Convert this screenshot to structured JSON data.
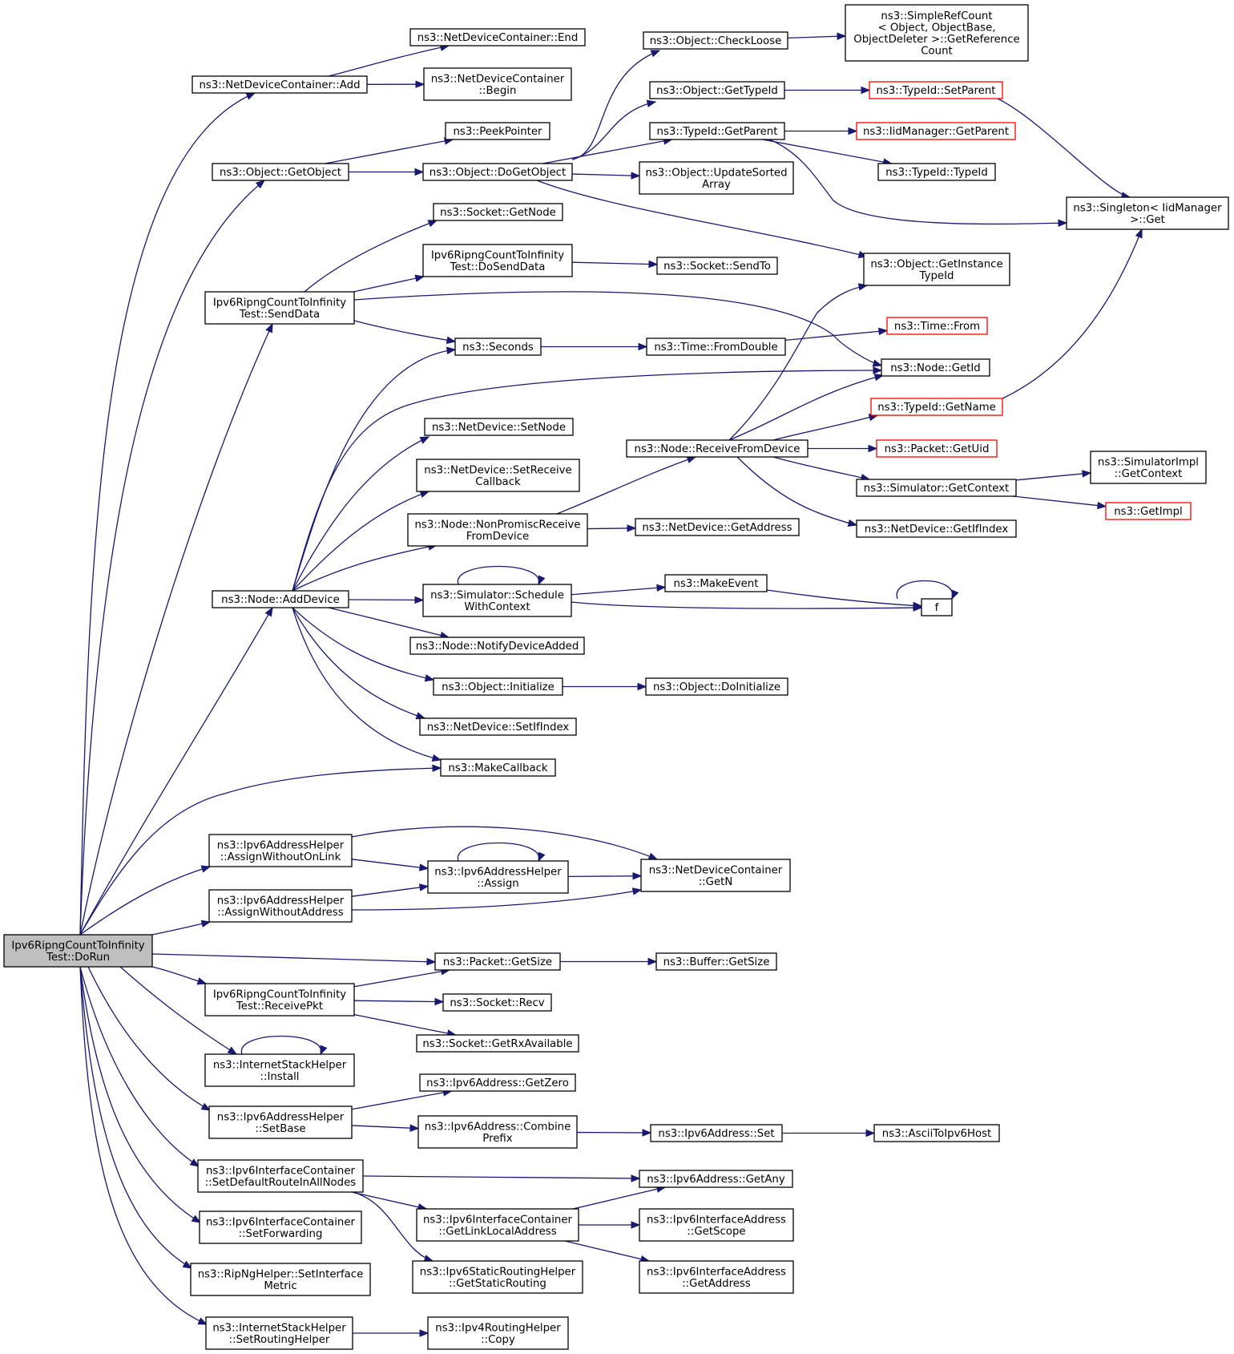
{
  "graph": {
    "root": "n_dorun",
    "nodes": [
      {
        "id": "n_dorun",
        "lines": [
          "Ipv6RipngCountToInfinity",
          "Test::DoRun"
        ],
        "style": "root"
      },
      {
        "id": "n_ndc_add",
        "lines": [
          "ns3::NetDeviceContainer::Add"
        ],
        "style": "normal"
      },
      {
        "id": "n_ndc_end",
        "lines": [
          "ns3::NetDeviceContainer::End"
        ],
        "style": "normal"
      },
      {
        "id": "n_ndc_begin",
        "lines": [
          "ns3::NetDeviceContainer",
          "::Begin"
        ],
        "style": "normal"
      },
      {
        "id": "n_obj_getobject",
        "lines": [
          "ns3::Object::GetObject"
        ],
        "style": "normal"
      },
      {
        "id": "n_peekpointer",
        "lines": [
          "ns3::PeekPointer"
        ],
        "style": "normal"
      },
      {
        "id": "n_obj_dogetobject",
        "lines": [
          "ns3::Object::DoGetObject"
        ],
        "style": "normal"
      },
      {
        "id": "n_obj_checkloose",
        "lines": [
          "ns3::Object::CheckLoose"
        ],
        "style": "normal"
      },
      {
        "id": "n_simplerefcount",
        "lines": [
          "ns3::SimpleRefCount",
          "< Object, ObjectBase,",
          " ObjectDeleter >::GetReference",
          "Count"
        ],
        "style": "normal"
      },
      {
        "id": "n_obj_gettypeid",
        "lines": [
          "ns3::Object::GetTypeId"
        ],
        "style": "normal"
      },
      {
        "id": "n_typeid_setparent",
        "lines": [
          "ns3::TypeId::SetParent"
        ],
        "style": "red"
      },
      {
        "id": "n_typeid_getparent",
        "lines": [
          "ns3::TypeId::GetParent"
        ],
        "style": "normal"
      },
      {
        "id": "n_iidmgr_getparent",
        "lines": [
          "ns3::IidManager::GetParent"
        ],
        "style": "red"
      },
      {
        "id": "n_typeid_typeid",
        "lines": [
          "ns3::TypeId::TypeId"
        ],
        "style": "normal"
      },
      {
        "id": "n_obj_updatesorted",
        "lines": [
          "ns3::Object::UpdateSorted",
          "Array"
        ],
        "style": "normal"
      },
      {
        "id": "n_singleton_get",
        "lines": [
          "ns3::Singleton< IidManager",
          " >::Get"
        ],
        "style": "normal"
      },
      {
        "id": "n_socket_getnode",
        "lines": [
          "ns3::Socket::GetNode"
        ],
        "style": "normal"
      },
      {
        "id": "n_dosenddata",
        "lines": [
          "Ipv6RipngCountToInfinity",
          "Test::DoSendData"
        ],
        "style": "normal"
      },
      {
        "id": "n_socket_sendto",
        "lines": [
          "ns3::Socket::SendTo"
        ],
        "style": "normal"
      },
      {
        "id": "n_obj_getinstancetypeid",
        "lines": [
          "ns3::Object::GetInstance",
          "TypeId"
        ],
        "style": "normal"
      },
      {
        "id": "n_senddata",
        "lines": [
          "Ipv6RipngCountToInfinity",
          "Test::SendData"
        ],
        "style": "normal"
      },
      {
        "id": "n_time_from",
        "lines": [
          "ns3::Time::From"
        ],
        "style": "red"
      },
      {
        "id": "n_seconds",
        "lines": [
          "ns3::Seconds"
        ],
        "style": "normal"
      },
      {
        "id": "n_time_fromdouble",
        "lines": [
          "ns3::Time::FromDouble"
        ],
        "style": "normal"
      },
      {
        "id": "n_node_getid",
        "lines": [
          "ns3::Node::GetId"
        ],
        "style": "normal"
      },
      {
        "id": "n_typeid_getname",
        "lines": [
          "ns3::TypeId::GetName"
        ],
        "style": "red"
      },
      {
        "id": "n_nd_setnode",
        "lines": [
          "ns3::NetDevice::SetNode"
        ],
        "style": "normal"
      },
      {
        "id": "n_node_receivefromdevice",
        "lines": [
          "ns3::Node::ReceiveFromDevice"
        ],
        "style": "normal"
      },
      {
        "id": "n_packet_getuid",
        "lines": [
          "ns3::Packet::GetUid"
        ],
        "style": "red"
      },
      {
        "id": "n_simimpl_getcontext",
        "lines": [
          "ns3::SimulatorImpl",
          "::GetContext"
        ],
        "style": "normal"
      },
      {
        "id": "n_nd_setreceivecallback",
        "lines": [
          "ns3::NetDevice::SetReceive",
          "Callback"
        ],
        "style": "normal"
      },
      {
        "id": "n_sim_getcontext",
        "lines": [
          "ns3::Simulator::GetContext"
        ],
        "style": "normal"
      },
      {
        "id": "n_getimpl",
        "lines": [
          "ns3::GetImpl"
        ],
        "style": "red"
      },
      {
        "id": "n_node_nonpromisc",
        "lines": [
          "ns3::Node::NonPromiscReceive",
          "FromDevice"
        ],
        "style": "normal"
      },
      {
        "id": "n_nd_getaddress",
        "lines": [
          "ns3::NetDevice::GetAddress"
        ],
        "style": "normal"
      },
      {
        "id": "n_nd_getifindex",
        "lines": [
          "ns3::NetDevice::GetIfIndex"
        ],
        "style": "normal"
      },
      {
        "id": "n_makeevent",
        "lines": [
          "ns3::MakeEvent"
        ],
        "style": "normal"
      },
      {
        "id": "n_node_adddevice",
        "lines": [
          "ns3::Node::AddDevice"
        ],
        "style": "normal"
      },
      {
        "id": "n_sim_schedulewithcontext",
        "lines": [
          "ns3::Simulator::Schedule",
          "WithContext"
        ],
        "style": "normal"
      },
      {
        "id": "n_f",
        "lines": [
          "f"
        ],
        "style": "normal"
      },
      {
        "id": "n_node_notifydeviceadded",
        "lines": [
          "ns3::Node::NotifyDeviceAdded"
        ],
        "style": "normal"
      },
      {
        "id": "n_obj_initialize",
        "lines": [
          "ns3::Object::Initialize"
        ],
        "style": "normal"
      },
      {
        "id": "n_obj_doinitialize",
        "lines": [
          "ns3::Object::DoInitialize"
        ],
        "style": "normal"
      },
      {
        "id": "n_nd_setifindex",
        "lines": [
          "ns3::NetDevice::SetIfIndex"
        ],
        "style": "normal"
      },
      {
        "id": "n_makecallback",
        "lines": [
          "ns3::MakeCallback"
        ],
        "style": "normal"
      },
      {
        "id": "n_assignwithoutonlink",
        "lines": [
          "ns3::Ipv6AddressHelper",
          "::AssignWithoutOnLink"
        ],
        "style": "normal"
      },
      {
        "id": "n_assign",
        "lines": [
          "ns3::Ipv6AddressHelper",
          "::Assign"
        ],
        "style": "normal"
      },
      {
        "id": "n_ndc_getn",
        "lines": [
          "ns3::NetDeviceContainer",
          "::GetN"
        ],
        "style": "normal"
      },
      {
        "id": "n_assignwithoutaddress",
        "lines": [
          "ns3::Ipv6AddressHelper",
          "::AssignWithoutAddress"
        ],
        "style": "normal"
      },
      {
        "id": "n_packet_getsize",
        "lines": [
          "ns3::Packet::GetSize"
        ],
        "style": "normal"
      },
      {
        "id": "n_buffer_getsize",
        "lines": [
          "ns3::Buffer::GetSize"
        ],
        "style": "normal"
      },
      {
        "id": "n_receivepkt",
        "lines": [
          "Ipv6RipngCountToInfinity",
          "Test::ReceivePkt"
        ],
        "style": "normal"
      },
      {
        "id": "n_socket_recv",
        "lines": [
          "ns3::Socket::Recv"
        ],
        "style": "normal"
      },
      {
        "id": "n_socket_getrxavailable",
        "lines": [
          "ns3::Socket::GetRxAvailable"
        ],
        "style": "normal"
      },
      {
        "id": "n_ish_install",
        "lines": [
          "ns3::InternetStackHelper",
          "::Install"
        ],
        "style": "normal"
      },
      {
        "id": "n_ipv6addr_getzero",
        "lines": [
          "ns3::Ipv6Address::GetZero"
        ],
        "style": "normal"
      },
      {
        "id": "n_setbase",
        "lines": [
          "ns3::Ipv6AddressHelper",
          "::SetBase"
        ],
        "style": "normal"
      },
      {
        "id": "n_ipv6addr_combineprefix",
        "lines": [
          "ns3::Ipv6Address::Combine",
          "Prefix"
        ],
        "style": "normal"
      },
      {
        "id": "n_ipv6addr_set",
        "lines": [
          "ns3::Ipv6Address::Set"
        ],
        "style": "normal"
      },
      {
        "id": "n_asciitoipv6host",
        "lines": [
          "ns3::AsciiToIpv6Host"
        ],
        "style": "normal"
      },
      {
        "id": "n_setdefaultroute",
        "lines": [
          "ns3::Ipv6InterfaceContainer",
          "::SetDefaultRouteInAllNodes"
        ],
        "style": "normal"
      },
      {
        "id": "n_ipv6addr_getany",
        "lines": [
          "ns3::Ipv6Address::GetAny"
        ],
        "style": "normal"
      },
      {
        "id": "n_setforwarding",
        "lines": [
          "ns3::Ipv6InterfaceContainer",
          "::SetForwarding"
        ],
        "style": "normal"
      },
      {
        "id": "n_getlinklocaladdress",
        "lines": [
          "ns3::Ipv6InterfaceContainer",
          "::GetLinkLocalAddress"
        ],
        "style": "normal"
      },
      {
        "id": "n_ifaddr_getscope",
        "lines": [
          "ns3::Ipv6InterfaceAddress",
          "::GetScope"
        ],
        "style": "normal"
      },
      {
        "id": "n_ripng_setinterfacemetric",
        "lines": [
          "ns3::RipNgHelper::SetInterface",
          "Metric"
        ],
        "style": "normal"
      },
      {
        "id": "n_getstaticrouting",
        "lines": [
          "ns3::Ipv6StaticRoutingHelper",
          "::GetStaticRouting"
        ],
        "style": "normal"
      },
      {
        "id": "n_ifaddr_getaddress",
        "lines": [
          "ns3::Ipv6InterfaceAddress",
          "::GetAddress"
        ],
        "style": "normal"
      },
      {
        "id": "n_ish_setroutinghelper",
        "lines": [
          "ns3::InternetStackHelper",
          "::SetRoutingHelper"
        ],
        "style": "normal"
      },
      {
        "id": "n_ipv4routinghelper_copy",
        "lines": [
          "ns3::Ipv4RoutingHelper",
          "::Copy"
        ],
        "style": "normal"
      }
    ],
    "edges": [
      {
        "from": "n_dorun",
        "to": "n_ndc_add"
      },
      {
        "from": "n_dorun",
        "to": "n_obj_getobject"
      },
      {
        "from": "n_dorun",
        "to": "n_senddata"
      },
      {
        "from": "n_dorun",
        "to": "n_node_adddevice"
      },
      {
        "from": "n_dorun",
        "to": "n_makecallback"
      },
      {
        "from": "n_dorun",
        "to": "n_assignwithoutonlink"
      },
      {
        "from": "n_dorun",
        "to": "n_assignwithoutaddress"
      },
      {
        "from": "n_dorun",
        "to": "n_packet_getsize"
      },
      {
        "from": "n_dorun",
        "to": "n_receivepkt"
      },
      {
        "from": "n_dorun",
        "to": "n_ish_install"
      },
      {
        "from": "n_dorun",
        "to": "n_setbase"
      },
      {
        "from": "n_dorun",
        "to": "n_setdefaultroute"
      },
      {
        "from": "n_dorun",
        "to": "n_setforwarding"
      },
      {
        "from": "n_dorun",
        "to": "n_ripng_setinterfacemetric"
      },
      {
        "from": "n_dorun",
        "to": "n_ish_setroutinghelper"
      },
      {
        "from": "n_ndc_add",
        "to": "n_ndc_end"
      },
      {
        "from": "n_ndc_add",
        "to": "n_ndc_begin"
      },
      {
        "from": "n_obj_getobject",
        "to": "n_peekpointer"
      },
      {
        "from": "n_obj_getobject",
        "to": "n_obj_dogetobject"
      },
      {
        "from": "n_obj_dogetobject",
        "to": "n_obj_checkloose"
      },
      {
        "from": "n_obj_dogetobject",
        "to": "n_obj_gettypeid"
      },
      {
        "from": "n_obj_dogetobject",
        "to": "n_typeid_getparent"
      },
      {
        "from": "n_obj_dogetobject",
        "to": "n_obj_updatesorted"
      },
      {
        "from": "n_obj_dogetobject",
        "to": "n_obj_getinstancetypeid"
      },
      {
        "from": "n_obj_checkloose",
        "to": "n_simplerefcount"
      },
      {
        "from": "n_obj_gettypeid",
        "to": "n_typeid_setparent"
      },
      {
        "from": "n_typeid_setparent",
        "to": "n_singleton_get"
      },
      {
        "from": "n_typeid_getparent",
        "to": "n_iidmgr_getparent"
      },
      {
        "from": "n_typeid_getparent",
        "to": "n_typeid_typeid"
      },
      {
        "from": "n_typeid_getparent",
        "to": "n_singleton_get"
      },
      {
        "from": "n_senddata",
        "to": "n_socket_getnode"
      },
      {
        "from": "n_senddata",
        "to": "n_dosenddata"
      },
      {
        "from": "n_senddata",
        "to": "n_node_getid"
      },
      {
        "from": "n_senddata",
        "to": "n_seconds"
      },
      {
        "from": "n_dosenddata",
        "to": "n_socket_sendto"
      },
      {
        "from": "n_seconds",
        "to": "n_time_fromdouble"
      },
      {
        "from": "n_time_fromdouble",
        "to": "n_time_from"
      },
      {
        "from": "n_typeid_getname",
        "to": "n_singleton_get"
      },
      {
        "from": "n_node_receivefromdevice",
        "to": "n_obj_getinstancetypeid"
      },
      {
        "from": "n_node_receivefromdevice",
        "to": "n_node_getid"
      },
      {
        "from": "n_node_receivefromdevice",
        "to": "n_typeid_getname"
      },
      {
        "from": "n_node_receivefromdevice",
        "to": "n_packet_getuid"
      },
      {
        "from": "n_node_receivefromdevice",
        "to": "n_sim_getcontext"
      },
      {
        "from": "n_node_receivefromdevice",
        "to": "n_nd_getifindex"
      },
      {
        "from": "n_sim_getcontext",
        "to": "n_simimpl_getcontext"
      },
      {
        "from": "n_sim_getcontext",
        "to": "n_getimpl"
      },
      {
        "from": "n_node_nonpromisc",
        "to": "n_node_receivefromdevice"
      },
      {
        "from": "n_node_nonpromisc",
        "to": "n_nd_getaddress"
      },
      {
        "from": "n_node_adddevice",
        "to": "n_seconds"
      },
      {
        "from": "n_node_adddevice",
        "to": "n_node_getid"
      },
      {
        "from": "n_node_adddevice",
        "to": "n_nd_setnode"
      },
      {
        "from": "n_node_adddevice",
        "to": "n_nd_setreceivecallback"
      },
      {
        "from": "n_node_adddevice",
        "to": "n_node_nonpromisc"
      },
      {
        "from": "n_node_adddevice",
        "to": "n_sim_schedulewithcontext"
      },
      {
        "from": "n_node_adddevice",
        "to": "n_node_notifydeviceadded"
      },
      {
        "from": "n_node_adddevice",
        "to": "n_obj_initialize"
      },
      {
        "from": "n_node_adddevice",
        "to": "n_nd_setifindex"
      },
      {
        "from": "n_node_adddevice",
        "to": "n_makecallback"
      },
      {
        "from": "n_sim_schedulewithcontext",
        "to": "n_sim_schedulewithcontext"
      },
      {
        "from": "n_sim_schedulewithcontext",
        "to": "n_makeevent"
      },
      {
        "from": "n_sim_schedulewithcontext",
        "to": "n_f"
      },
      {
        "from": "n_makeevent",
        "to": "n_f"
      },
      {
        "from": "n_f",
        "to": "n_f"
      },
      {
        "from": "n_obj_initialize",
        "to": "n_obj_doinitialize"
      },
      {
        "from": "n_assignwithoutonlink",
        "to": "n_assign"
      },
      {
        "from": "n_assignwithoutonlink",
        "to": "n_ndc_getn"
      },
      {
        "from": "n_assign",
        "to": "n_assign"
      },
      {
        "from": "n_assign",
        "to": "n_ndc_getn"
      },
      {
        "from": "n_assignwithoutaddress",
        "to": "n_assign"
      },
      {
        "from": "n_assignwithoutaddress",
        "to": "n_ndc_getn"
      },
      {
        "from": "n_packet_getsize",
        "to": "n_buffer_getsize"
      },
      {
        "from": "n_receivepkt",
        "to": "n_packet_getsize"
      },
      {
        "from": "n_receivepkt",
        "to": "n_socket_recv"
      },
      {
        "from": "n_receivepkt",
        "to": "n_socket_getrxavailable"
      },
      {
        "from": "n_ish_install",
        "to": "n_ish_install"
      },
      {
        "from": "n_setbase",
        "to": "n_ipv6addr_getzero"
      },
      {
        "from": "n_setbase",
        "to": "n_ipv6addr_combineprefix"
      },
      {
        "from": "n_ipv6addr_combineprefix",
        "to": "n_ipv6addr_set"
      },
      {
        "from": "n_ipv6addr_set",
        "to": "n_asciitoipv6host"
      },
      {
        "from": "n_setdefaultroute",
        "to": "n_ipv6addr_getany"
      },
      {
        "from": "n_setdefaultroute",
        "to": "n_getlinklocaladdress"
      },
      {
        "from": "n_setdefaultroute",
        "to": "n_getstaticrouting"
      },
      {
        "from": "n_getlinklocaladdress",
        "to": "n_ipv6addr_getany"
      },
      {
        "from": "n_getlinklocaladdress",
        "to": "n_ifaddr_getscope"
      },
      {
        "from": "n_getlinklocaladdress",
        "to": "n_ifaddr_getaddress"
      },
      {
        "from": "n_ish_setroutinghelper",
        "to": "n_ipv4routinghelper_copy"
      }
    ]
  }
}
